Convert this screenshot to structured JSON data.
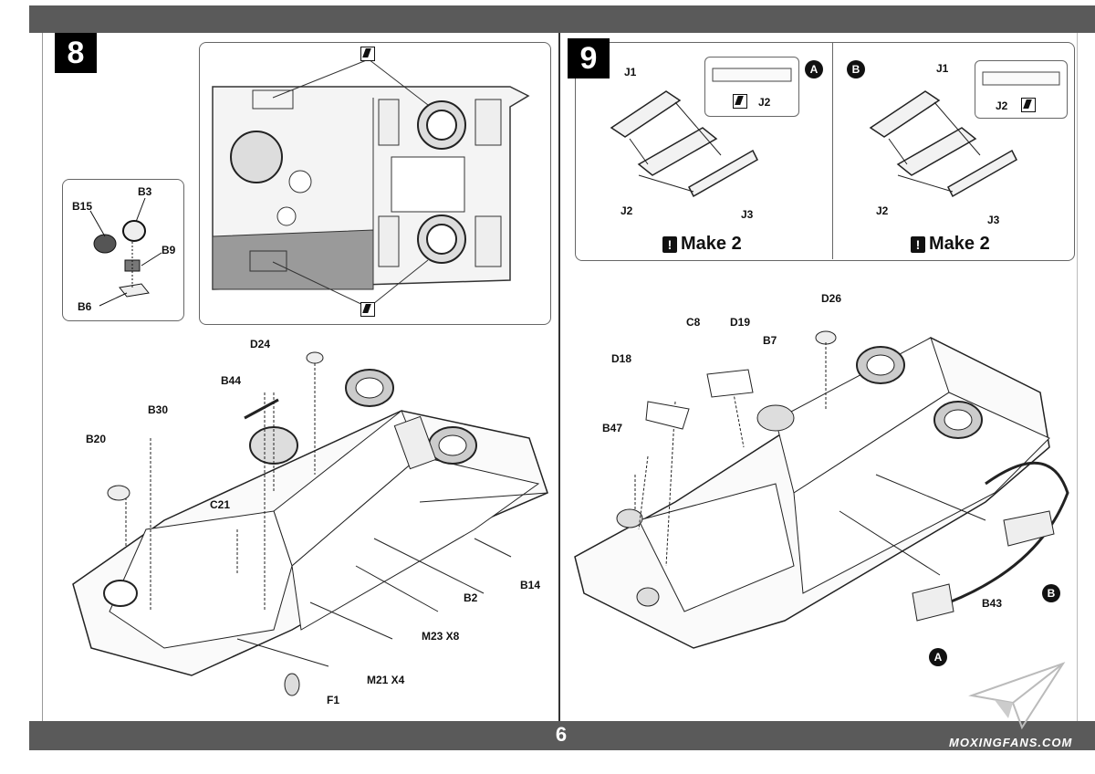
{
  "page": {
    "number": "6"
  },
  "watermark": "MOXINGFANS.COM",
  "step8": {
    "number": "8",
    "inset_labels": [
      "B15",
      "B3",
      "B9",
      "B6"
    ],
    "labels": {
      "d24": "D24",
      "b44": "B44",
      "b30": "B30",
      "b20": "B20",
      "c21": "C21",
      "b2": "B2",
      "b14": "B14",
      "m23": "M23 X8",
      "m21": "M21 X4",
      "f1": "F1"
    }
  },
  "step9": {
    "number": "9",
    "variant_a": {
      "badge": "A",
      "labels": [
        "J1",
        "J2",
        "J3"
      ],
      "inset_label": "J2",
      "make": "Make 2"
    },
    "variant_b": {
      "badge": "B",
      "labels": [
        "J1",
        "J2",
        "J3"
      ],
      "inset_label": "J2",
      "make": "Make 2"
    },
    "labels": {
      "d26": "D26",
      "c8": "C8",
      "d19": "D19",
      "b7": "B7",
      "d18": "D18",
      "b47": "B47",
      "b43": "B43",
      "a": "A",
      "b": "B"
    }
  },
  "icons": {
    "paint": "paint-brush-icon",
    "warning": "exclamation-icon",
    "logo": "paper-plane-logo"
  },
  "colors": {
    "bars": "#5a5a5a",
    "ink": "#111111",
    "shading": "#9a9a9a"
  }
}
